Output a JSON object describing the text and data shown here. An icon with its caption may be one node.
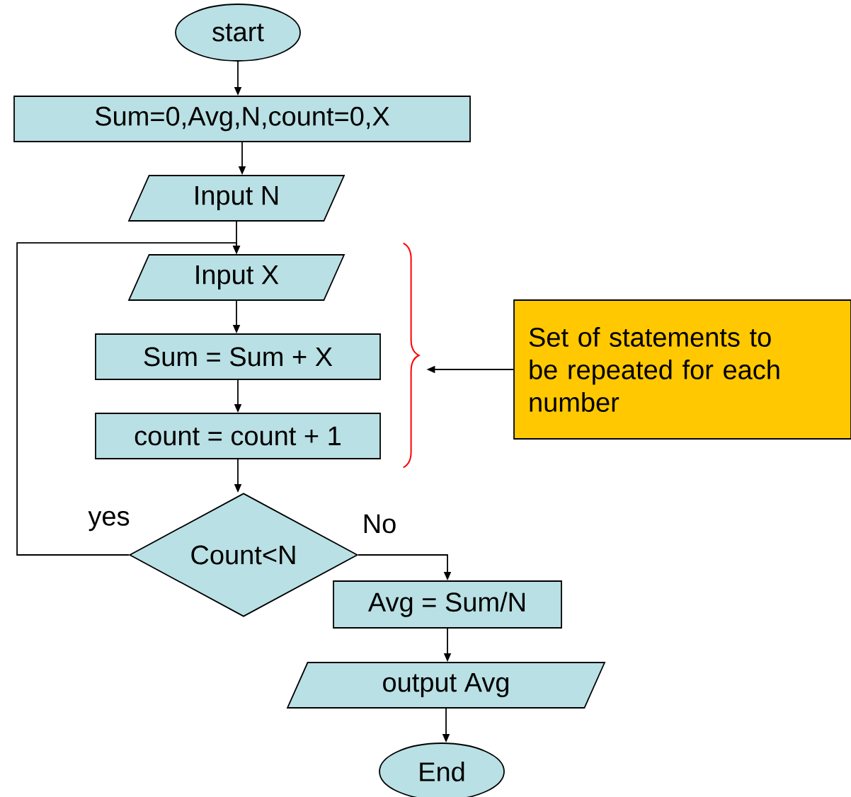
{
  "diagram": {
    "nodes": [
      {
        "text": [
          "start"
        ]
      },
      {
        "text": [
          "Sum=0,Avg,N,count=0,X"
        ]
      },
      {
        "text": [
          "Input N"
        ]
      },
      {
        "text": [
          "Input X"
        ]
      },
      {
        "text": [
          "Sum = Sum + X"
        ]
      },
      {
        "text": [
          "count = count + 1"
        ]
      },
      {
        "text": [
          "Count<N"
        ]
      },
      {
        "text": [
          "Avg = Sum/N"
        ]
      },
      {
        "text": [
          "output Avg"
        ]
      },
      {
        "text": [
          "End"
        ]
      },
      {
        "text": [
          "Set of statements to be repeated for each number"
        ]
      },
      {
        "text": [],
        "shape": "brace"
      }
    ],
    "edges": [
      {
        "from": 0,
        "to": 1,
        "arrow": "to"
      },
      {
        "from": 1,
        "to": 2,
        "arrow": "to"
      },
      {
        "from": 2,
        "to": 3,
        "arrow": "to"
      },
      {
        "from": 3,
        "to": 4,
        "arrow": "to"
      },
      {
        "from": 4,
        "to": 5,
        "arrow": "to"
      },
      {
        "from": 5,
        "to": 6,
        "arrow": "to"
      },
      {
        "from": 6,
        "to": 3,
        "arrow": "to",
        "label": "yes"
      },
      {
        "from": 6,
        "to": 7,
        "arrow": "to",
        "label": "No"
      },
      {
        "from": 7,
        "to": 8,
        "arrow": "to"
      },
      {
        "from": 8,
        "to": 9,
        "arrow": "to"
      },
      {
        "from": 10,
        "to": 11,
        "arrow": "to"
      }
    ]
  }
}
